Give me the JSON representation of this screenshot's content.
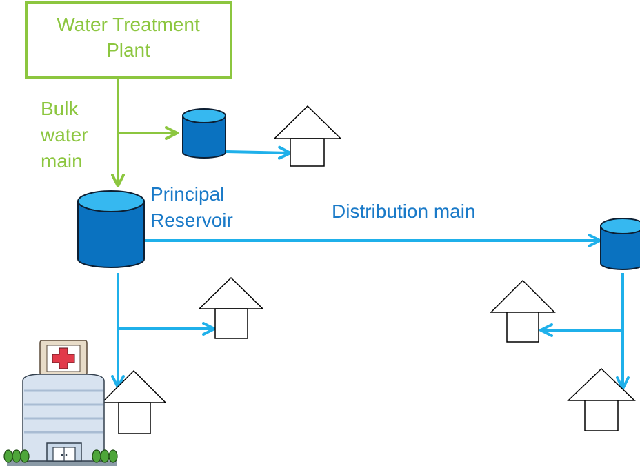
{
  "plant_label": [
    "Water Treatment",
    "Plant"
  ],
  "bulk_main_label": [
    "Bulk",
    "water",
    "main"
  ],
  "reservoir_label": [
    "Principal",
    "Reservoir"
  ],
  "distribution_label": "Distribution main",
  "colors": {
    "bulk_green": "#8cc63f",
    "distribution_blue": "#1fb0ea",
    "reservoir_body": "#0a72c0",
    "reservoir_top": "#36b8f0",
    "reservoir_outline": "#0d1f33",
    "label_blue": "#1a7ac8"
  },
  "icons": {
    "reservoirs": "cylinder-tank-icon",
    "houses": "house-icon",
    "hospital": "hospital-building-icon"
  }
}
